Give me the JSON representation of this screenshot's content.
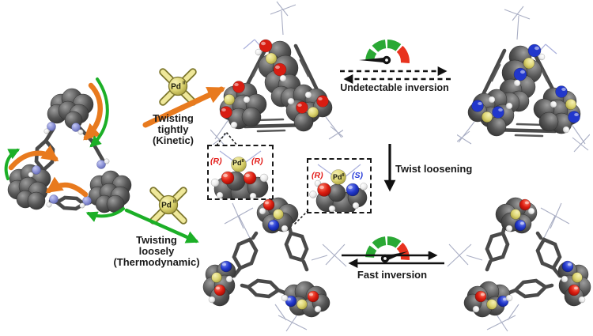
{
  "scheme": {
    "reagent": {
      "symbol": "Pd",
      "oxidation_state": "II"
    },
    "kinetic": {
      "label": "Twisting tightly",
      "sublabel": "(Kinetic)"
    },
    "thermodynamic": {
      "label": "Twisting loosely",
      "sublabel": "(Thermodynamic)"
    },
    "top_equilibrium": {
      "label": "Undetectable inversion",
      "rate": "slow"
    },
    "twist_loosening": {
      "label": "Twist loosening"
    },
    "bottom_equilibrium": {
      "label": "Fast inversion",
      "rate": "fast"
    },
    "inset_homochiral": {
      "left": "(R)",
      "metal": "Pd",
      "metal_oxidation": "II",
      "right": "(R)"
    },
    "inset_heterochiral": {
      "left": "(R)",
      "metal": "Pd",
      "metal_oxidation": "II",
      "right": "(S)"
    }
  },
  "icons": {
    "pd_reagent": "pd-cross-icon",
    "slow_gauge": {
      "name": "speedometer-slow-icon",
      "needle_position": "low"
    },
    "fast_gauge": {
      "name": "speedometer-fast-icon",
      "needle_position": "high"
    }
  },
  "colors": {
    "kinetic_arrow_orange": "#e87a1e",
    "thermodynamic_arrow_green": "#1caf27",
    "descriptor_r_red": "#e31d1a",
    "descriptor_s_blue": "#2438d8",
    "gauge_green": "#2aa834",
    "gauge_red": "#e8321e",
    "palladium_yellow": "#ddd572",
    "oxygen_red": "#d81d12",
    "nitrogen_blue": "#2137cc",
    "amine_nitrogen_lightblue": "#8d93d8",
    "carbon_grey": "#4d4d4d"
  }
}
